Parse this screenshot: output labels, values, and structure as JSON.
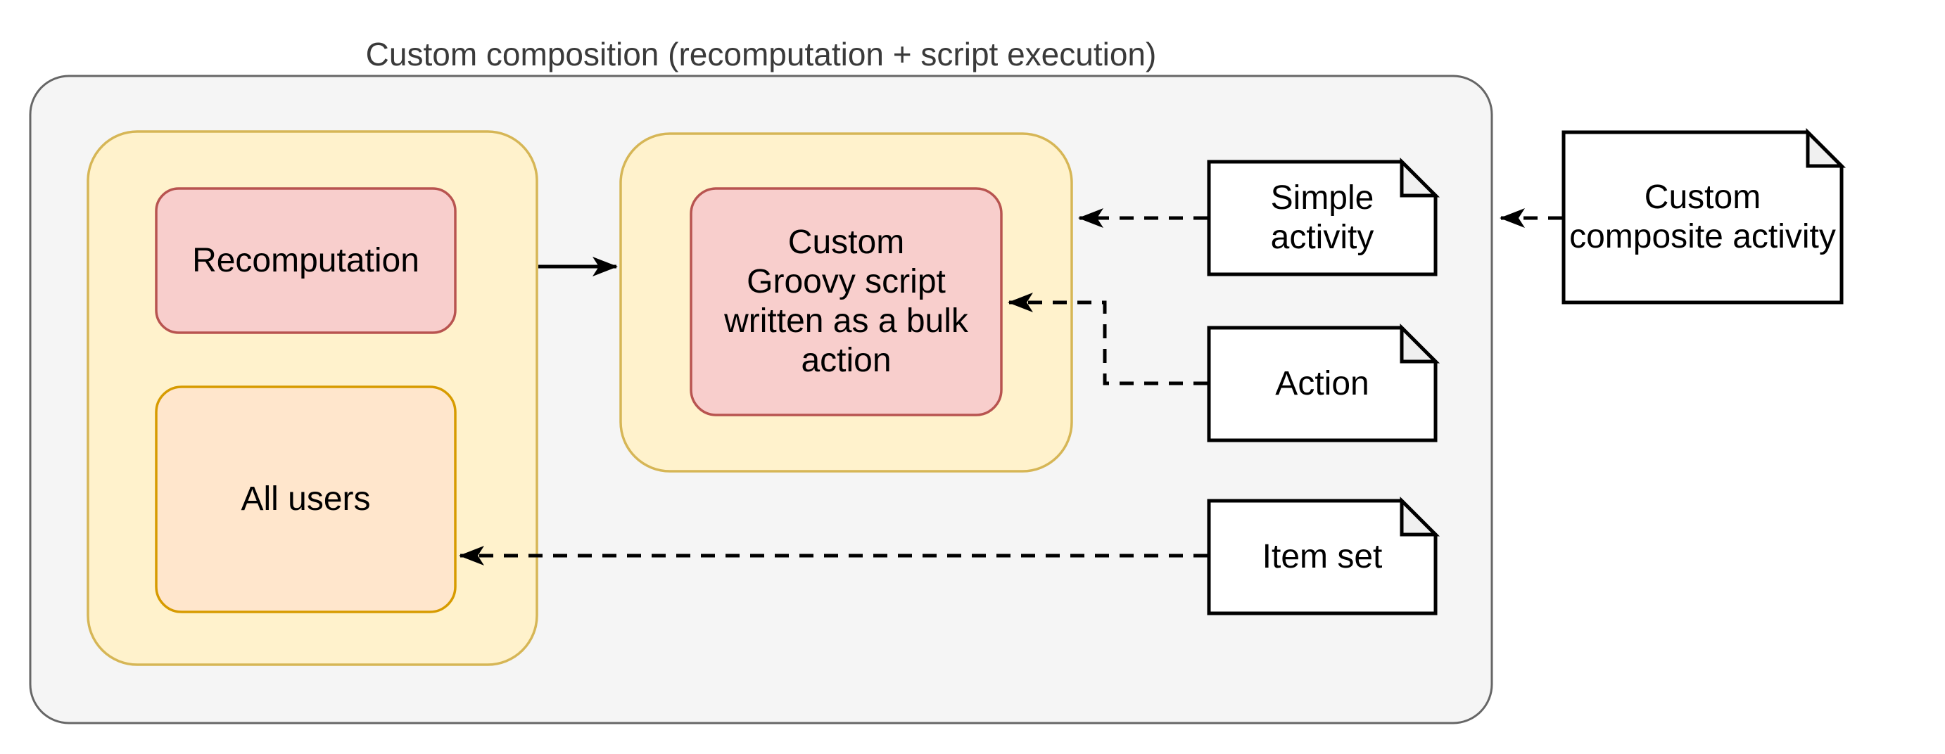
{
  "diagram": {
    "title": "Custom composition (recomputation + script execution)"
  },
  "nodes": {
    "recomputation": {
      "label": "Recomputation"
    },
    "all_users": {
      "label": "All users"
    },
    "groovy_script": {
      "label": "Custom\nGroovy script\nwritten as a bulk\naction"
    }
  },
  "notes": {
    "simple_activity": {
      "label": "Simple\nactivity"
    },
    "action": {
      "label": "Action"
    },
    "item_set": {
      "label": "Item set"
    },
    "custom_composite_activity": {
      "label": "Custom\ncomposite activity"
    }
  },
  "edges": [
    {
      "from": "recomputation-lane",
      "to": "script-lane",
      "style": "solid-arrow"
    },
    {
      "from": "simple-activity-note",
      "to": "script-lane",
      "style": "dashed-arrow"
    },
    {
      "from": "action-note",
      "to": "groovy-script",
      "style": "dashed-arrow"
    },
    {
      "from": "item-set-note",
      "to": "all-users",
      "style": "dashed-arrow"
    },
    {
      "from": "custom-composite-activity-note",
      "to": "composition-container",
      "style": "dashed-arrow"
    }
  ],
  "palette": {
    "canvas_bg": "#ffffff",
    "outer_fill": "#f5f5f5",
    "outer_border": "#666666",
    "yellow_fill": "#fff2cc",
    "yellow_border": "#d6b656",
    "pink_fill": "#f8cecc",
    "pink_border": "#b85450",
    "orange_fill": "#ffe6cc",
    "orange_border": "#d79b00",
    "note_fill": "#ffffff",
    "note_fold_fill": "#f0f0f0",
    "note_border": "#000000",
    "connector_color": "#000000",
    "label_color": "#000000",
    "title_color": "#3a3a3a"
  }
}
